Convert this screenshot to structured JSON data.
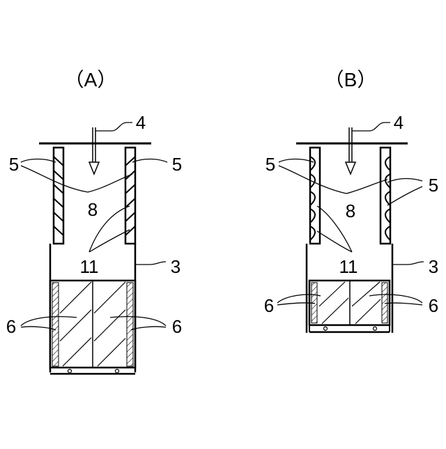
{
  "figures": [
    {
      "id": "A",
      "panel_label": "（A）",
      "labels": {
        "flow_4": "4",
        "fins_5_left": "5",
        "fins_5_right": "5",
        "gap_8": "8",
        "space_11": "11",
        "wall_3": "3",
        "block_6_left": "6",
        "block_6_right": "6"
      }
    },
    {
      "id": "B",
      "panel_label": "（B）",
      "labels": {
        "flow_4": "4",
        "fins_5_left": "5",
        "fins_5_right": "5",
        "gap_8": "8",
        "space_11": "11",
        "wall_3": "3",
        "block_6_left": "6",
        "block_6_right": "6"
      }
    }
  ],
  "colors": {
    "line": "#000000",
    "background": "#ffffff"
  }
}
